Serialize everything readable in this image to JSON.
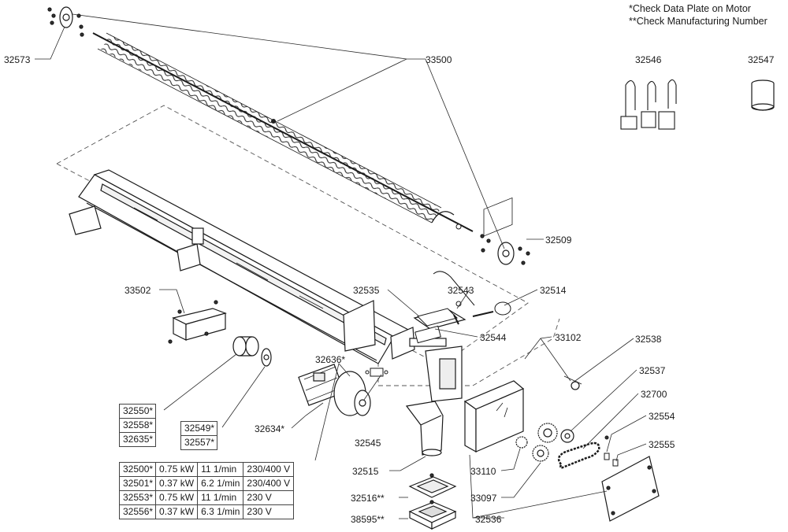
{
  "notes": [
    "*Check Data Plate on Motor",
    "**Check Manufacturing Number"
  ],
  "callouts": {
    "c32573": "32573",
    "c33500": "33500",
    "c32546": "32546",
    "c32547": "32547",
    "c32509": "32509",
    "c33502": "33502",
    "c32535": "32535",
    "c32543": "32543",
    "c32514": "32514",
    "c32544": "32544",
    "c33102": "33102",
    "c32538": "32538",
    "c32636": "32636*",
    "c32537": "32537",
    "c32700": "32700",
    "c32634": "32634*",
    "c32554": "32554",
    "c32545": "32545",
    "c32555": "32555",
    "c32515": "32515",
    "c33110": "33110",
    "c32516": "32516**",
    "c33097": "33097",
    "c38595": "38595**",
    "c32536": "32536"
  },
  "kit_left": [
    "32550*",
    "32558*",
    "32635*"
  ],
  "kit_right": [
    "32549*",
    "32557*"
  ],
  "motor_table": [
    [
      "32500*",
      "0.75 kW",
      "11 1/min",
      "230/400 V"
    ],
    [
      "32501*",
      "0.37 kW",
      "6.2 1/min",
      "230/400 V"
    ],
    [
      "32553*",
      "0.75 kW",
      "11 1/min",
      "230 V"
    ],
    [
      "32556*",
      "0.37 kW",
      "6.3 1/min",
      "230 V"
    ]
  ]
}
